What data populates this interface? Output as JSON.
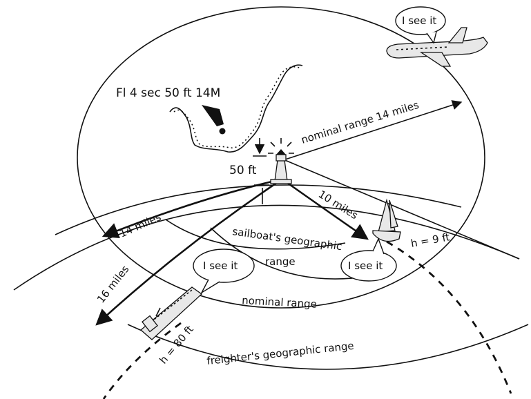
{
  "light": {
    "characteristic": "Fl 4 sec 50 ft 14M",
    "height_label": "50 ft"
  },
  "ranges": {
    "nominal_range_14": "nominal range 14 miles",
    "ten_miles": "10 miles",
    "fourteen_miles": "14 miles",
    "sixteen_miles": "16 miles",
    "sailboat_geo_line1": "sailboat's geographic",
    "sailboat_geo_line2": "range",
    "nominal_range": "nominal range",
    "freighter_geo": "freighter's geographic range"
  },
  "vessels": {
    "sailboat_h": "h = 9 ft",
    "freighter_h": "h = 80 ft"
  },
  "bubbles": {
    "airplane": "I see it",
    "sailboat": "I see it",
    "freighter": "I see it"
  },
  "colors": {
    "ink": "#111111",
    "paper": "#ffffff"
  }
}
